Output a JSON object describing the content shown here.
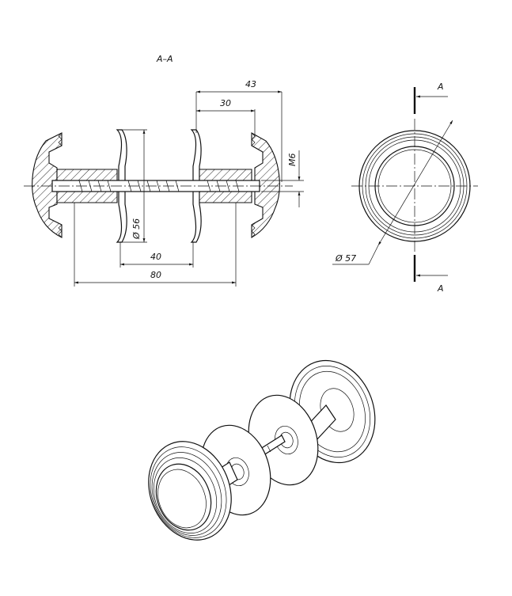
{
  "section_title": "A–A",
  "dimensions": {
    "overall_43": "43",
    "rose_30": "30",
    "thread_m6": "M6",
    "rose_dia": "Ø 56",
    "spacing_40": "40",
    "overall_80": "80",
    "knob_dia": "Ø 57"
  },
  "section_markers": {
    "top": "A",
    "bottom": "A"
  }
}
